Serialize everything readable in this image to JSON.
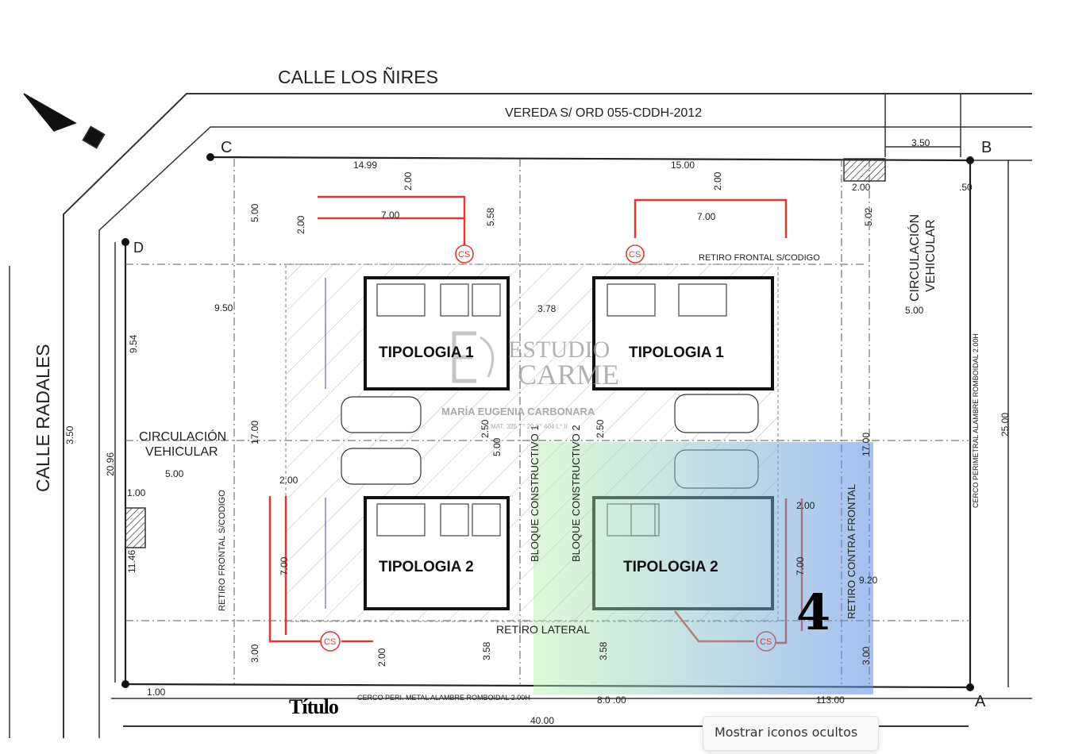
{
  "plan": {
    "street_top": "CALLE LOS ÑIRES",
    "street_left": "CALLE RADALES",
    "vereda": "VEREDA S/ ORD 055-CDDH-2012",
    "corners": {
      "a": "A",
      "b": "B",
      "c": "C",
      "d": "D"
    },
    "typologies": [
      "TIPOLOGIA 1",
      "TIPOLOGIA 1",
      "TIPOLOGIA 2",
      "TIPOLOGIA 2"
    ],
    "labels": {
      "circ_left_1": "CIRCULACIÓN",
      "circ_left_2": "VEHICULAR",
      "circ_right_1": "CIRCULACIÓN",
      "circ_right_2": "VEHICULAR",
      "retiro_frontal_top": "RETIRO FRONTAL S/CODIGO",
      "retiro_frontal_left": "RETIRO FRONTAL S/CODIGO",
      "retiro_lateral": "RETIRO LATERAL",
      "retiro_contra": "RETIRO CONTRA FRONTAL",
      "bloque1": "BLOQUE CONSTRUCTIVO 1",
      "bloque2": "BLOQUE CONSTRUCTIVO 2",
      "cerco_bottom": "CERCO PERI. METAL ALAMBRE ROMBOIDAL 2.00H",
      "cerco_right": "CERCO PERIMETRAL ALAMBRE ROMBOIDAL 2.00H",
      "cs": "CS"
    },
    "dims": {
      "d1499": "14.99",
      "d1500": "15.00",
      "d350t": "3.50",
      "d200a": "2.00",
      "d200b": "2.00",
      "d200c": "2.00",
      "d200d": "2.00",
      "d700a": "7.00",
      "d700b": "7.00",
      "d700c": "7.00",
      "d700d": "7.00",
      "d500a": "5.00",
      "d500b": "5.00",
      "d500c": "5.00",
      "d500d": "5.00",
      "d558": "5.58",
      "d502": "5.02",
      "d050": ".50",
      "d950": "9.50",
      "d954": "9.54",
      "d378": "3.78",
      "d350l": "3.50",
      "d2096": "20.96",
      "d1700a": "17.00",
      "d1700b": "17.00",
      "d100": "1.00",
      "d1146": "11.46",
      "d300a": "3.00",
      "d300b": "3.00",
      "d358a": "3.58",
      "d358b": "3.58",
      "d250a": "2.50",
      "d250b": "2.50",
      "d920": "9.20",
      "d2500": "25.00",
      "d4000": "40.00",
      "d800": "8.0 .00",
      "d1300": "113.00",
      "d100b": "1.00"
    },
    "zone_number": "4"
  },
  "watermark": {
    "line1": "ESTUDIO",
    "line2": "CARME",
    "name": "MARÍA EUGENIA CARBONARA",
    "mat": "C.MAT. 325 T° 20 F° 404 L° II"
  },
  "title_label": "Título",
  "tooltip": "Mostrar iconos ocultos",
  "colors": {
    "red": "#e03a2c",
    "overlay_left": "#b4f0aa",
    "overlay_right": "#5a8ce6"
  }
}
